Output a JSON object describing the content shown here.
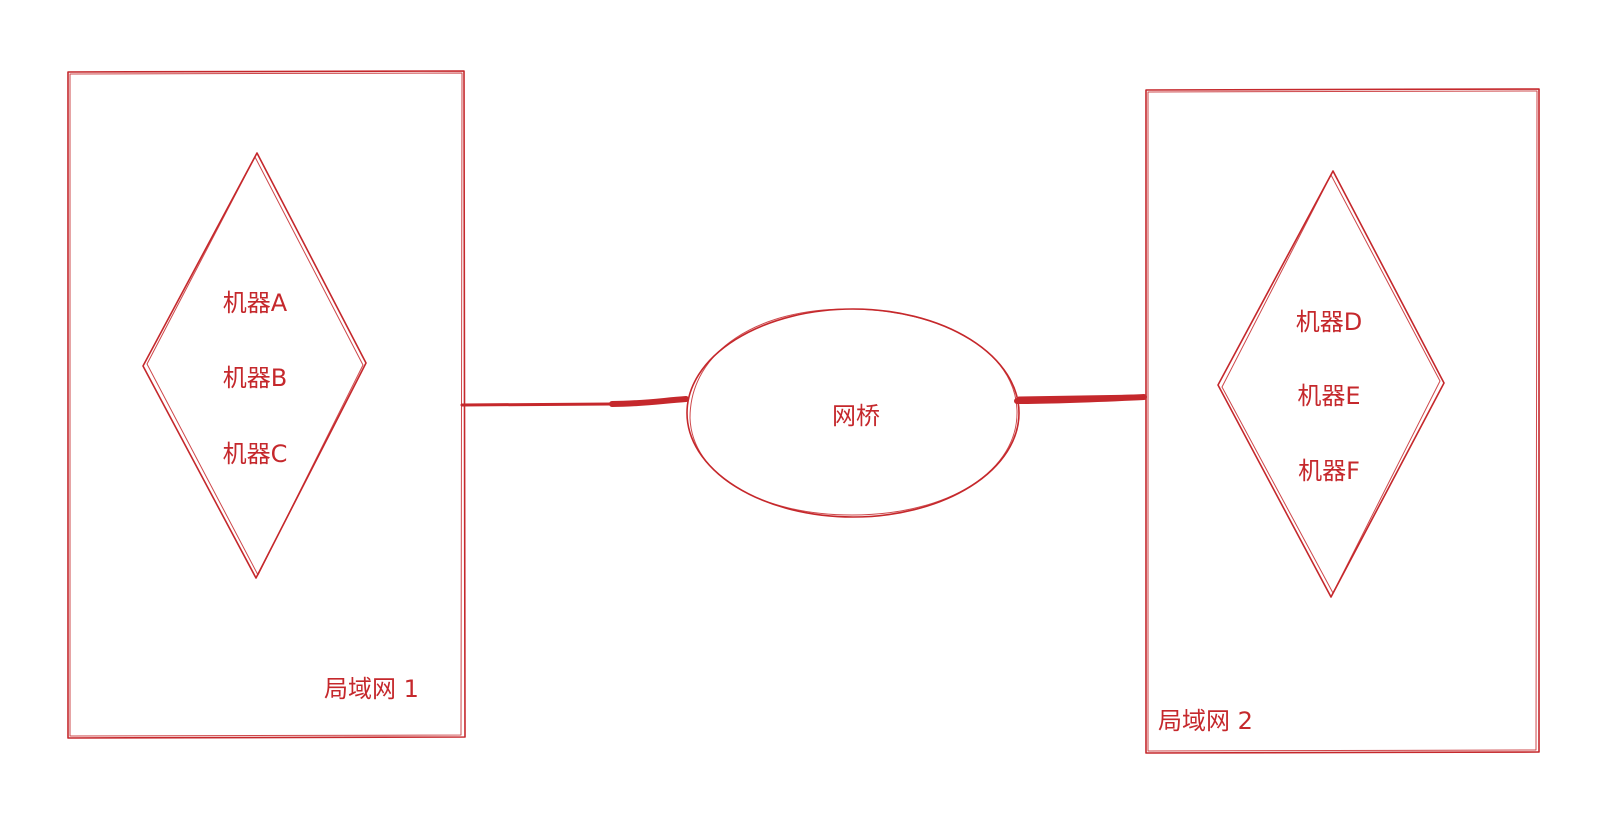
{
  "colors": {
    "stroke": "#c5282c",
    "background": "#ffffff"
  },
  "lan1": {
    "label": "局域网 1",
    "machines": [
      "机器A",
      "机器B",
      "机器C"
    ]
  },
  "lan2": {
    "label": "局域网 2",
    "machines": [
      "机器D",
      "机器E",
      "机器F"
    ]
  },
  "bridge": {
    "label": "网桥"
  }
}
